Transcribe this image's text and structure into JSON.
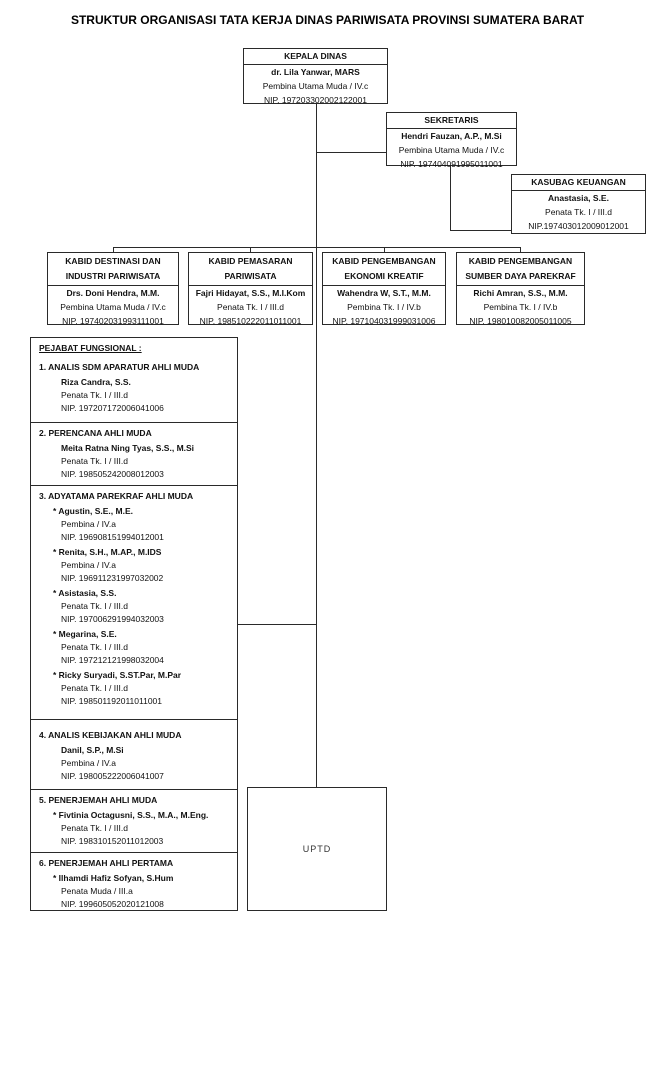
{
  "title": "STRUKTUR ORGANISASI TATA KERJA DINAS PARIWISATA PROVINSI SUMATERA BARAT",
  "colors": {
    "line": "#2a2a2a",
    "background": "#ffffff",
    "text": "#111111"
  },
  "org": {
    "kepala_dinas": {
      "title": "KEPALA DINAS",
      "name": "dr. Lila Yanwar, MARS",
      "rank": "Pembina Utama Muda / IV.c",
      "nip": "NIP. 197203302002122001"
    },
    "sekretaris": {
      "title": "SEKRETARIS",
      "name": "Hendri Fauzan, A.P., M.Si",
      "rank": "Pembina Utama Muda / IV.c",
      "nip": "NIP. 197404091995011001"
    },
    "kasubag_keuangan": {
      "title": "KASUBAG KEUANGAN",
      "name": "Anastasia, S.E.",
      "rank": "Penata Tk. I / III.d",
      "nip": "NIP.197403012009012001"
    },
    "kabid": [
      {
        "title1": "KABID DESTINASI DAN",
        "title2": "INDUSTRI PARIWISATA",
        "name": "Drs. Doni Hendra, M.M.",
        "rank": "Pembina Utama Muda / IV.c",
        "nip": "NIP. 197402031993111001"
      },
      {
        "title1": "KABID PEMASARAN",
        "title2": "PARIWISATA",
        "name": "Fajri Hidayat, S.S., M.I.Kom",
        "rank": "Penata Tk. I / III.d",
        "nip": "NIP. 198510222011011001"
      },
      {
        "title1": "KABID PENGEMBANGAN",
        "title2": "EKONOMI KREATIF",
        "name": "Wahendra W, S.T., M.M.",
        "rank": "Pembina Tk. I / IV.b",
        "nip": "NIP. 197104031999031006"
      },
      {
        "title1": "KABID PENGEMBANGAN",
        "title2": "SUMBER DAYA PAREKRAF",
        "name": "Richi Amran, S.S., M.M.",
        "rank": "Pembina Tk. I / IV.b",
        "nip": "NIP. 198010082005011005"
      }
    ],
    "uptd_label": "UPTD"
  },
  "pejabat_fungsional": {
    "heading": "PEJABAT FUNGSIONAL :",
    "sections": [
      {
        "header": "1. ANALIS SDM APARATUR AHLI MUDA",
        "members": [
          {
            "name": "Riza Candra, S.S.",
            "rank": "Penata Tk. I / III.d",
            "nip": "NIP. 197207172006041006"
          }
        ]
      },
      {
        "header": "2. PERENCANA AHLI MUDA",
        "members": [
          {
            "name": "Meita Ratna Ning Tyas, S.S., M.Si",
            "rank": "Penata Tk. I / III.d",
            "nip": "NIP. 198505242008012003"
          }
        ]
      },
      {
        "header": "3. ADYATAMA PAREKRAF AHLI MUDA",
        "members": [
          {
            "name": "* Agustin, S.E., M.E.",
            "rank": "Pembina / IV.a",
            "nip": "NIP. 196908151994012001"
          },
          {
            "name": "* Renita, S.H., M.AP., M.IDS",
            "rank": "Pembina / IV.a",
            "nip": "NIP. 196911231997032002"
          },
          {
            "name": "* Asistasia, S.S.",
            "rank": "Penata Tk. I / III.d",
            "nip": "NIP. 197006291994032003"
          },
          {
            "name": "* Megarina, S.E.",
            "rank": "Penata Tk. I / III.d",
            "nip": "NIP. 197212121998032004"
          },
          {
            "name": "* Ricky Suryadi, S.ST.Par, M.Par",
            "rank": "Penata Tk. I / III.d",
            "nip": "NIP. 198501192011011001"
          }
        ]
      },
      {
        "header": "4. ANALIS KEBIJAKAN AHLI MUDA",
        "members": [
          {
            "name": "Danil, S.P., M.Si",
            "rank": "Pembina / IV.a",
            "nip": "NIP. 198005222006041007"
          }
        ]
      },
      {
        "header": "5. PENERJEMAH AHLI MUDA",
        "members": [
          {
            "name": "* Fivtinia Octagusni, S.S., M.A., M.Eng.",
            "rank": "Penata Tk. I / III.d",
            "nip": "NIP. 198310152011012003"
          }
        ]
      },
      {
        "header": "6. PENERJEMAH AHLI PERTAMA",
        "members": [
          {
            "name": "* Ilhamdi Hafiz Sofyan, S.Hum",
            "rank": "Penata Muda / III.a",
            "nip": "NIP. 199605052020121008"
          }
        ]
      }
    ]
  }
}
